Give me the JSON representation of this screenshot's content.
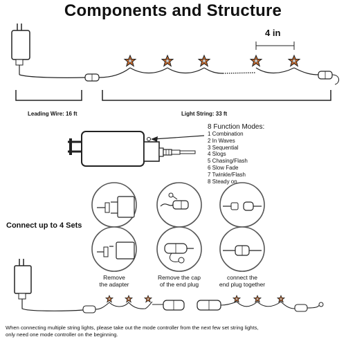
{
  "title": "Components and Structure",
  "spacing_label": "4 in",
  "leading_wire_label": "Leading Wire: 16 ft",
  "light_string_label": "Light String: 33 ft",
  "function_modes": {
    "title": "8 Function Modes:",
    "modes": [
      "1 Combination",
      "2 In Waves",
      "3 Sequential",
      "4 Slogs",
      "5 Chasing/Flash",
      "6 Slow Fade",
      "7 Twinkle/Flash",
      "8 Steady on"
    ]
  },
  "connect_label": "Connect up to 4 Sets",
  "steps": [
    {
      "line1": "Remove",
      "line2": "the adapter"
    },
    {
      "line1": "Remove the cap",
      "line2": "of the end plug"
    },
    {
      "line1": "connect the",
      "line2": "end plug together"
    }
  ],
  "footnote": {
    "line1": "When connecting multiple string lights, please take out the mode controller from the next few set string lights,",
    "line2": "only need one mode controller on the beginning."
  },
  "colors": {
    "star": "#c96a2c",
    "star_center": "#d7d7d7",
    "ink": "#222222"
  }
}
